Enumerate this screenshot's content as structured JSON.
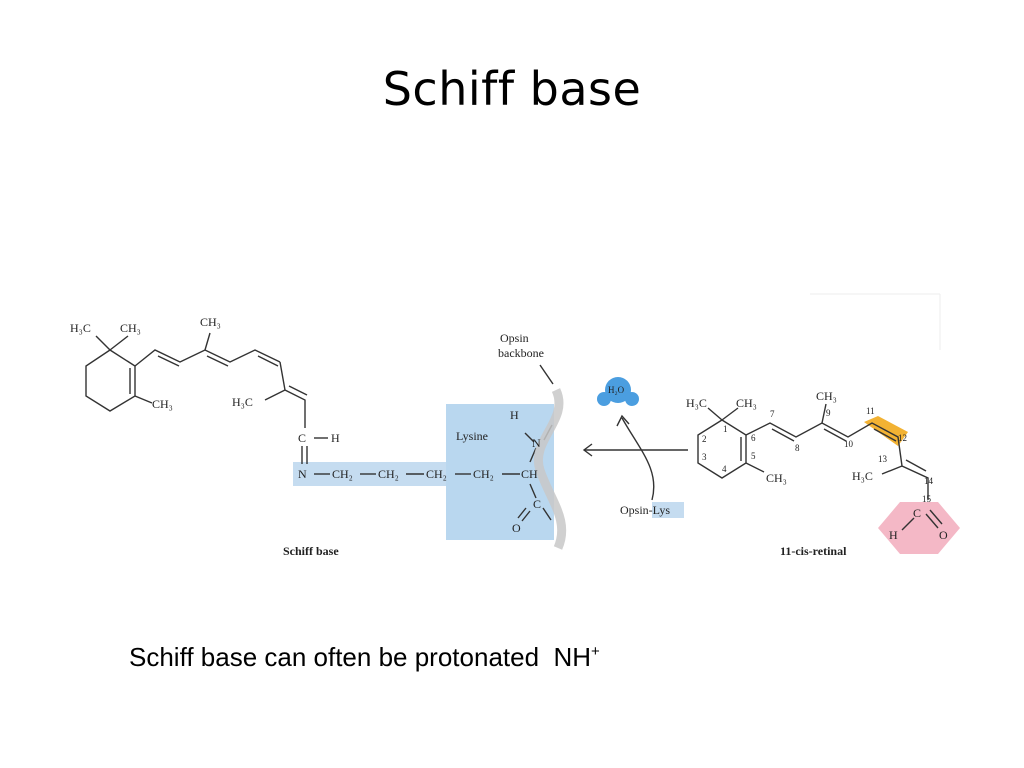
{
  "slide": {
    "title": "Schiff base",
    "caption_text": "Schiff base can often be protonated  NH",
    "caption_sup": "+"
  },
  "figure": {
    "left": {
      "label": "Schiff base",
      "h3c_left": "H₃C",
      "ch3_top": "CH₃",
      "ch3_chain": "CH₃",
      "ch3_ring": "CH₃",
      "h3c_chain": "H₃C",
      "c_label": "C",
      "h_label": "H",
      "n_label": "N",
      "ch2_1": "CH₂",
      "ch2_2": "CH₂",
      "ch2_3": "CH₂",
      "ch2_4": "CH₂",
      "ch_label": "CH",
      "lysine_label": "Lysine",
      "nh_h": "H",
      "nh_n": "N",
      "c_carbonyl": "C",
      "o_carbonyl": "O",
      "opsin_backbone_label_1": "Opsin",
      "opsin_backbone_label_2": "backbone"
    },
    "middle": {
      "water": "H₂O",
      "opsin_lys_label": "Opsin-Lys"
    },
    "right": {
      "label": "11-cis-retinal",
      "h3c": "H₃C",
      "ch3_gem": "CH₃",
      "ch3_ring": "CH₃",
      "ch3_top": "CH₃",
      "h3c_chain": "H₃C",
      "c_label": "C",
      "h_label": "H",
      "o_label": "O",
      "n1": "1",
      "n2": "2",
      "n3": "3",
      "n4": "4",
      "n5": "5",
      "n6": "6",
      "n7": "7",
      "n8": "8",
      "n9": "9",
      "n10": "10",
      "n11": "11",
      "n12": "12",
      "n13": "13",
      "n14": "14",
      "n15": "15"
    },
    "colors": {
      "lysine_box": "#b9d7ef",
      "nitrogen_highlight": "#c5dcf0",
      "water_blob": "#4b9ee0",
      "double_bond_highlight": "#f2b233",
      "aldehyde_highlight": "#f4b8c6"
    }
  }
}
